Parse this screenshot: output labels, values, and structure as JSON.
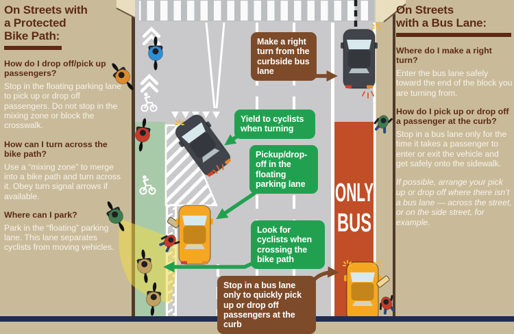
{
  "left_panel": {
    "title_lines": [
      "On Streets with",
      "a Protected",
      "Bike Path:"
    ],
    "qa": [
      {
        "q": "How do I drop off/pick up passengers?",
        "a": "Stop in the floating parking lane to pick up or drop off passengers. Do not stop in the mixing zone or block the crosswalk."
      },
      {
        "q": "How can I turn across the bike path?",
        "a": "Use a “mixing zone” to merge into a bike path and turn across it. Obey turn signal arrows if available."
      },
      {
        "q": "Where can I park?",
        "a": "Park in the “floating” parking lane. This lane separates cyclists from moving vehicles."
      }
    ]
  },
  "right_panel": {
    "title_lines": [
      "On Streets",
      "with a Bus Lane:"
    ],
    "qa": [
      {
        "q": "Where do I make a right turn?",
        "a": "Enter the bus lane safely toward the end of the block you are turning from."
      },
      {
        "q": "How do I pick up or drop off a passenger at the curb?",
        "a": "Stop in a bus lane only for the time it takes a passenger to enter or exit the vehicle and get safely onto the sidewalk."
      }
    ],
    "note": "If possible, arrange your pick up or drop off where there isn’t a bus lane — across the street, or on the side street, for example."
  },
  "callouts": {
    "make_right_turn": "Make a right turn from the curbside bus lane",
    "yield_cyclists": "Yield to cyclists when turning",
    "pickup_dropoff": "Pickup/drop-off in the floating parking lane",
    "look_for_cyclists": "Look for cyclists when crossing the bike path",
    "stop_bus_lane": "Stop in a bus lane only to quickly pick up or drop off passengers at the curb"
  },
  "road_text": {
    "bus_lane_word1": "ONLY",
    "bus_lane_word2": "BUS"
  },
  "colors": {
    "panel_tan": "#c9bb9a",
    "title_maroon": "#5d2a15",
    "street_gray": "#c9c9cb",
    "bike_path_green": "#a9caa9",
    "bus_lane_red": "#c14e27",
    "callout_green": "#21a150",
    "callout_brown": "#7d4b2a",
    "taxi_yellow": "#f6a722",
    "bottom_bar_navy": "#202c50"
  }
}
